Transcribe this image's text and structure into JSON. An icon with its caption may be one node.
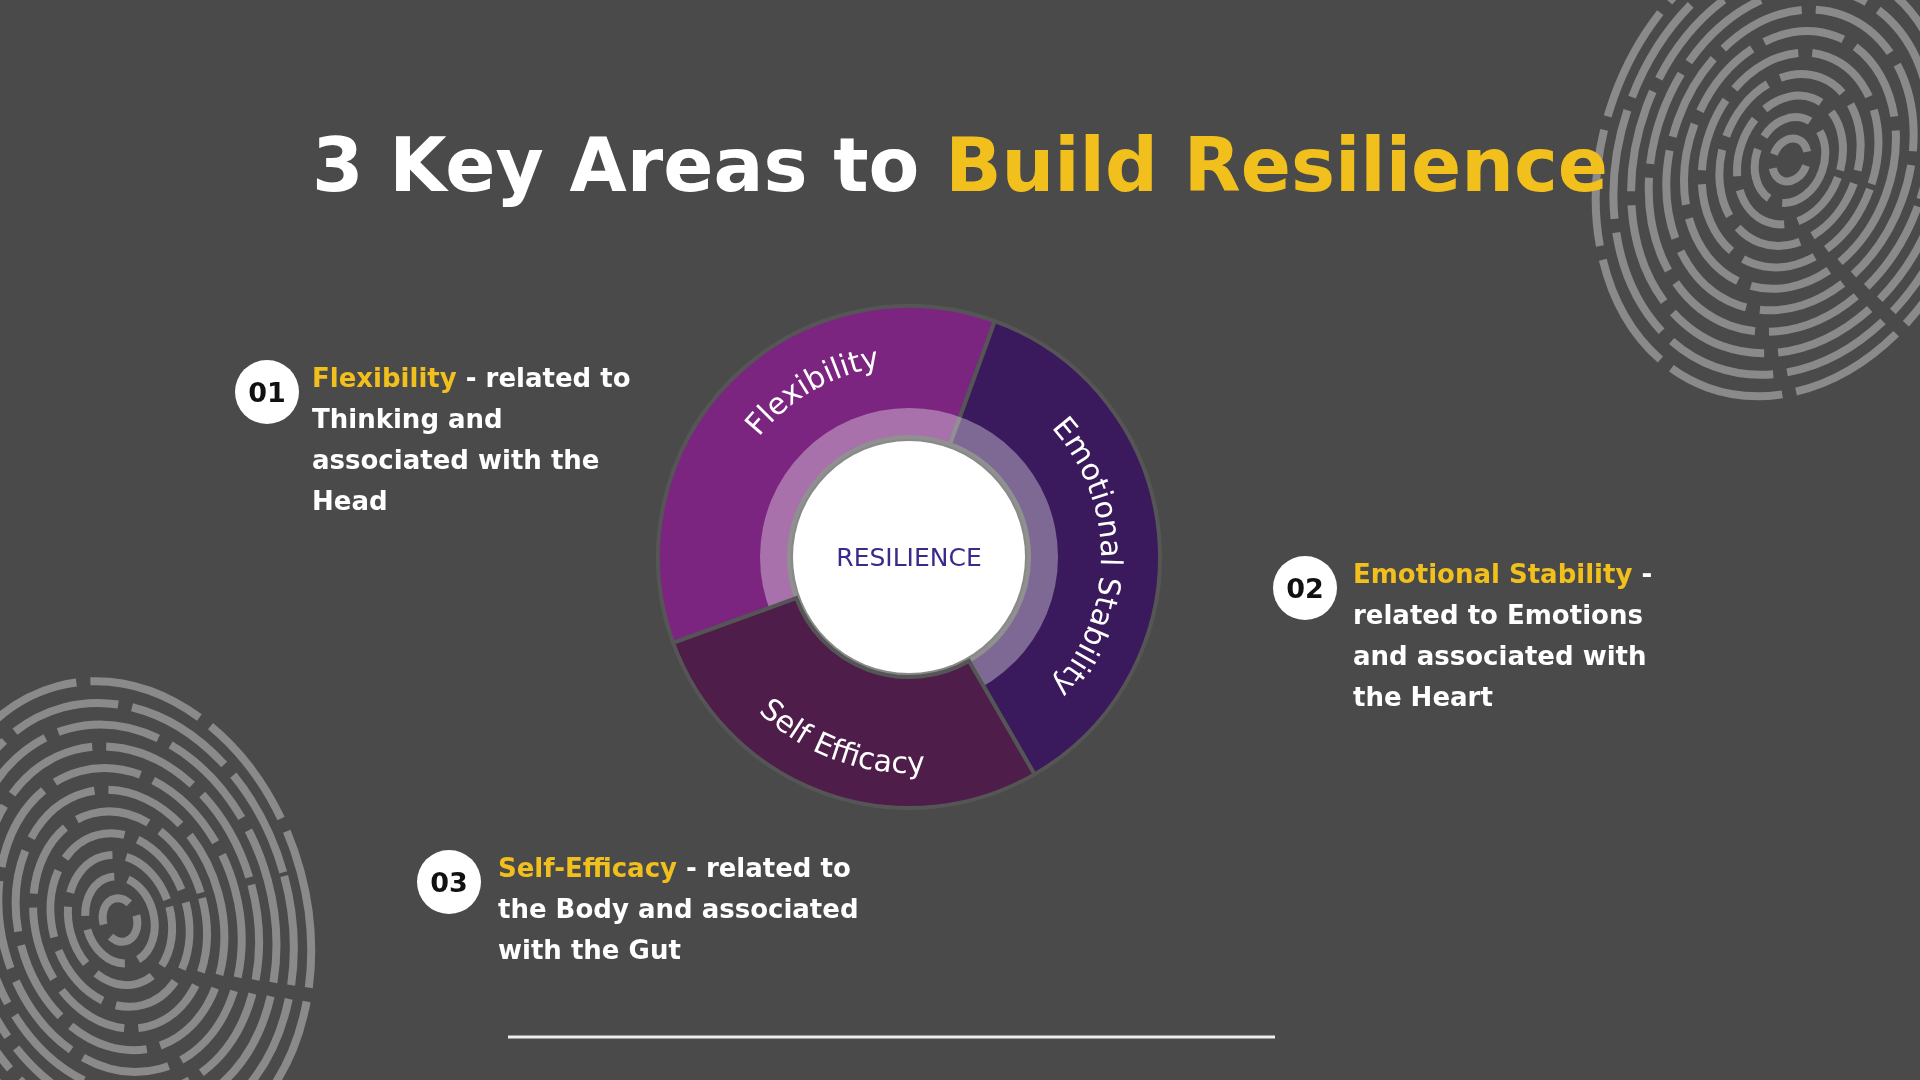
{
  "diagram": {
    "title": "3 Key Areas to **Build Resilience**",
    "nodes": [
      {
        "text": [
          "Flexibility"
        ]
      },
      {
        "text": [
          "Emotional Stability"
        ]
      },
      {
        "text": [
          "RESILIENCE"
        ]
      },
      {
        "text": [
          "Self Efficacy"
        ]
      },
      {
        "text": [
          "01"
        ],
        "beside": [
          "**Flexibility** - related to Thinking and associated with the Head"
        ]
      },
      {
        "text": [
          "02"
        ],
        "beside": [
          "**Emotional Stability** - related to Emotions and associated with the Heart"
        ]
      },
      {
        "text": [
          "03"
        ],
        "beside": [
          "**Self-Efficacy** - related to the Body and associated with the Gut"
        ]
      }
    ],
    "edges": []
  }
}
